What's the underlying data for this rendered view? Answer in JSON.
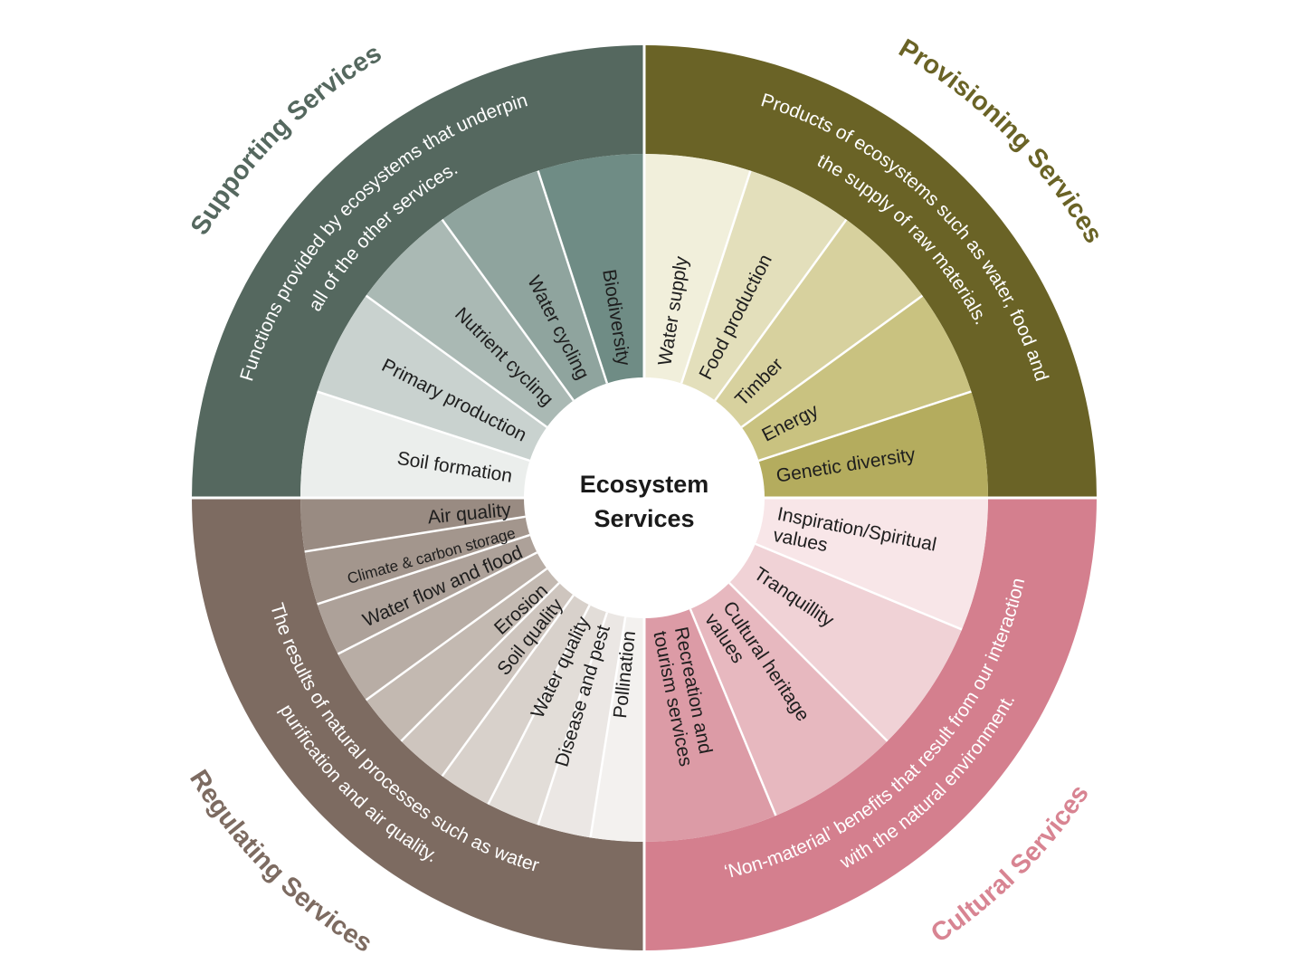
{
  "center": {
    "line1": "Ecosystem",
    "line2": "Services"
  },
  "quadrants": {
    "supporting": {
      "title": "Supporting Services",
      "description": [
        "Functions provided by ecosystems that underpin",
        "all of the other services."
      ],
      "ring_color": "#55685f",
      "title_color": "#55685f",
      "segments": [
        {
          "label": [
            "Soil formation"
          ],
          "color": "#ebeeec"
        },
        {
          "label": [
            "Primary production"
          ],
          "color": "#c9d2cf"
        },
        {
          "label": [
            "Nutrient cycling"
          ],
          "color": "#aab9b4"
        },
        {
          "label": [
            "Water cycling"
          ],
          "color": "#8fa49e"
        },
        {
          "label": [
            "Biodiversity"
          ],
          "color": "#6f8c85"
        }
      ]
    },
    "provisioning": {
      "title": "Provisioning Services",
      "description": [
        "Products of ecosystems such as water, food and",
        "the supply of raw materials."
      ],
      "ring_color": "#6a6326",
      "title_color": "#6a6326",
      "segments": [
        {
          "label": [
            "Water supply"
          ],
          "color": "#f1efdb"
        },
        {
          "label": [
            "Food production"
          ],
          "color": "#e3dfbb"
        },
        {
          "label": [
            "Timber"
          ],
          "color": "#d7d19e"
        },
        {
          "label": [
            "Energy"
          ],
          "color": "#c9c280"
        },
        {
          "label": [
            "Genetic diversity"
          ],
          "color": "#b4ac5e"
        }
      ]
    },
    "cultural": {
      "title": "Cultural Services",
      "description": [
        "‘Non-material’ benefits that result from our interaction",
        "with the natural environment."
      ],
      "ring_color": "#d47f8e",
      "title_color": "#d88492",
      "segments": [
        {
          "label": [
            "Inspiration/Spiritual",
            "values"
          ],
          "color": "#f8e6e8"
        },
        {
          "label": [
            "Tranquillity"
          ],
          "color": "#f0d2d6"
        },
        {
          "label": [
            "Cultural heritage",
            "values"
          ],
          "color": "#e7b8bf"
        },
        {
          "label": [
            "Recreation and",
            "tourism services"
          ],
          "color": "#dc9ba6"
        }
      ]
    },
    "regulating": {
      "title": "Regulating Services",
      "description": [
        "The results of natural processes such as water",
        "purification and air quality."
      ],
      "ring_color": "#7d6b61",
      "title_color": "#7d6b61",
      "wedge_colors": [
        "#f3f1ef",
        "#ebe7e4",
        "#e2ddd8",
        "#d8d1cb",
        "#cec5be",
        "#c3b9b1",
        "#b8ada5",
        "#ada199",
        "#a3968d",
        "#998b82"
      ],
      "labels": [
        "Pollination",
        "Disease and pest",
        "Water quality",
        "Soil quality",
        "Erosion",
        "Water flow and flood",
        "Climate & carbon storage",
        "Air quality"
      ]
    }
  }
}
